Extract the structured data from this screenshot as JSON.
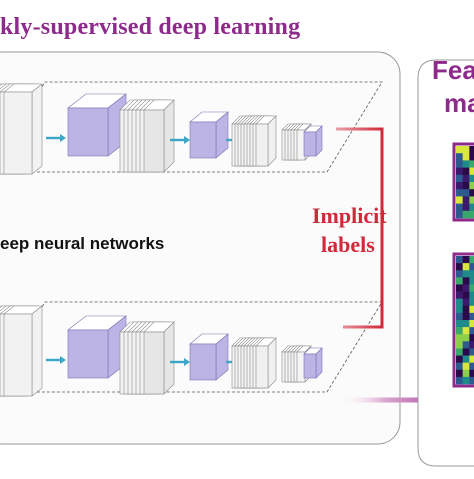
{
  "title": "kly-supervised deep learning",
  "network_label": "eep neural networks",
  "implicit_line1": "Implicit",
  "implicit_line2": "labels",
  "feature_line1": "Fea",
  "feature_line2": "ma",
  "colors": {
    "title": "#8e2a8c",
    "implicit": "#d2283a",
    "panel_border": "#9a9a9a",
    "layer_purple": "#bdb4e6",
    "layer_gray": "#e6e6e6",
    "arrow_blue": "#3aa6c8",
    "connector_magenta": "#b0308c",
    "heatmap_frame": "#8e2a8c"
  },
  "icons": [
    "arrow-right-icon"
  ]
}
